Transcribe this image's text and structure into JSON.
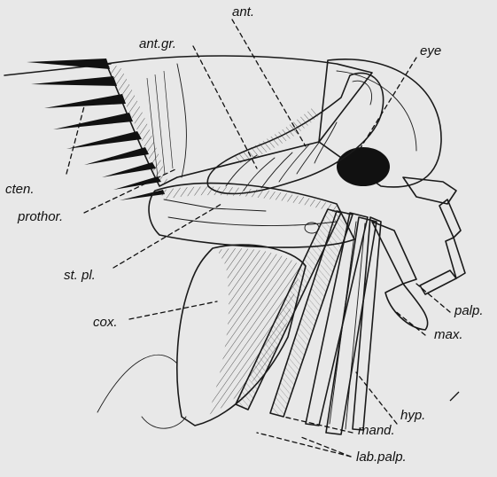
{
  "figure": {
    "labels": {
      "ant": "ant.",
      "ant_gr": "ant.gr.",
      "eye": "eye",
      "cten": "cten.",
      "prothor": "prothor.",
      "st_pl": "st. pl.",
      "cox": "cox.",
      "palp": "palp.",
      "max": "max.",
      "hyp": "hyp.",
      "mand": "mand.",
      "lab_palp": "lab.palp."
    }
  },
  "colors": {
    "background": "#e8e8e8",
    "ink": "#111111"
  }
}
